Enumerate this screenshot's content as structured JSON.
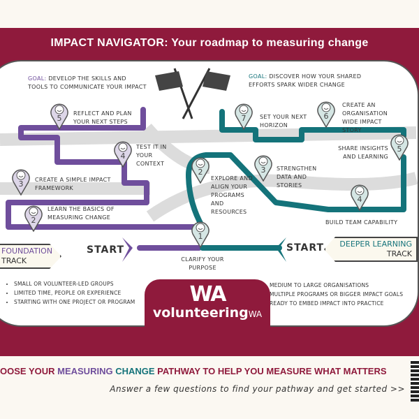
{
  "header": {
    "title": "IMPACT NAVIGATOR: Your roadmap to measuring change"
  },
  "goals": {
    "foundation": {
      "prefix": "GOAL:",
      "text": "Develop the skills and tools to communicate your impact"
    },
    "deeper": {
      "prefix": "GOAL:",
      "text": "Discover how your shared efforts spark wider change"
    }
  },
  "shared_step": {
    "number": "1",
    "label": "Clarify your purpose"
  },
  "foundation_steps": [
    {
      "number": "2",
      "label": "Learn the basics of measuring change"
    },
    {
      "number": "3",
      "label": "Create a simple impact framework"
    },
    {
      "number": "4",
      "label": "Test it in your context"
    },
    {
      "number": "5",
      "label": "Reflect and plan your next steps"
    }
  ],
  "deeper_steps": [
    {
      "number": "2",
      "label": "Explore and align your programs and resources"
    },
    {
      "number": "3",
      "label": "Strengthen data and stories"
    },
    {
      "number": "4",
      "label": "Build team capability"
    },
    {
      "number": "5",
      "label": "Share insights and learning"
    },
    {
      "number": "6",
      "label": "Create an organisation wide impact story"
    },
    {
      "number": "7",
      "label": "Set your next horizon"
    }
  ],
  "tracks": {
    "foundation": {
      "name": "Foundation",
      "sub": "Track",
      "start": "START",
      "bullets": [
        "Small or volunteer-led groups",
        "Limited time, people or experience",
        "Starting with one project or program"
      ]
    },
    "deeper": {
      "name": "Deeper Learning",
      "sub": "Track",
      "start": "START",
      "bullets": [
        "Medium to large organisations",
        "Multiple programs or bigger impact goals",
        "Ready to embed impact into practice"
      ]
    }
  },
  "logo": {
    "mark": "WA",
    "name": "volunteering",
    "suffix": "WA"
  },
  "footer": {
    "p1": "OOSE YOUR ",
    "p2": "MEASURING ",
    "p3": "CHANGE ",
    "p4": "PATHWAY TO HELP YOU MEASURE WHAT MATTERS",
    "cta": "Answer a few questions to find your pathway and get started >>"
  },
  "colors": {
    "maroon": "#8f1a3c",
    "purple": "#6f4e9c",
    "teal": "#14737a",
    "road": "#dcdcdc"
  }
}
